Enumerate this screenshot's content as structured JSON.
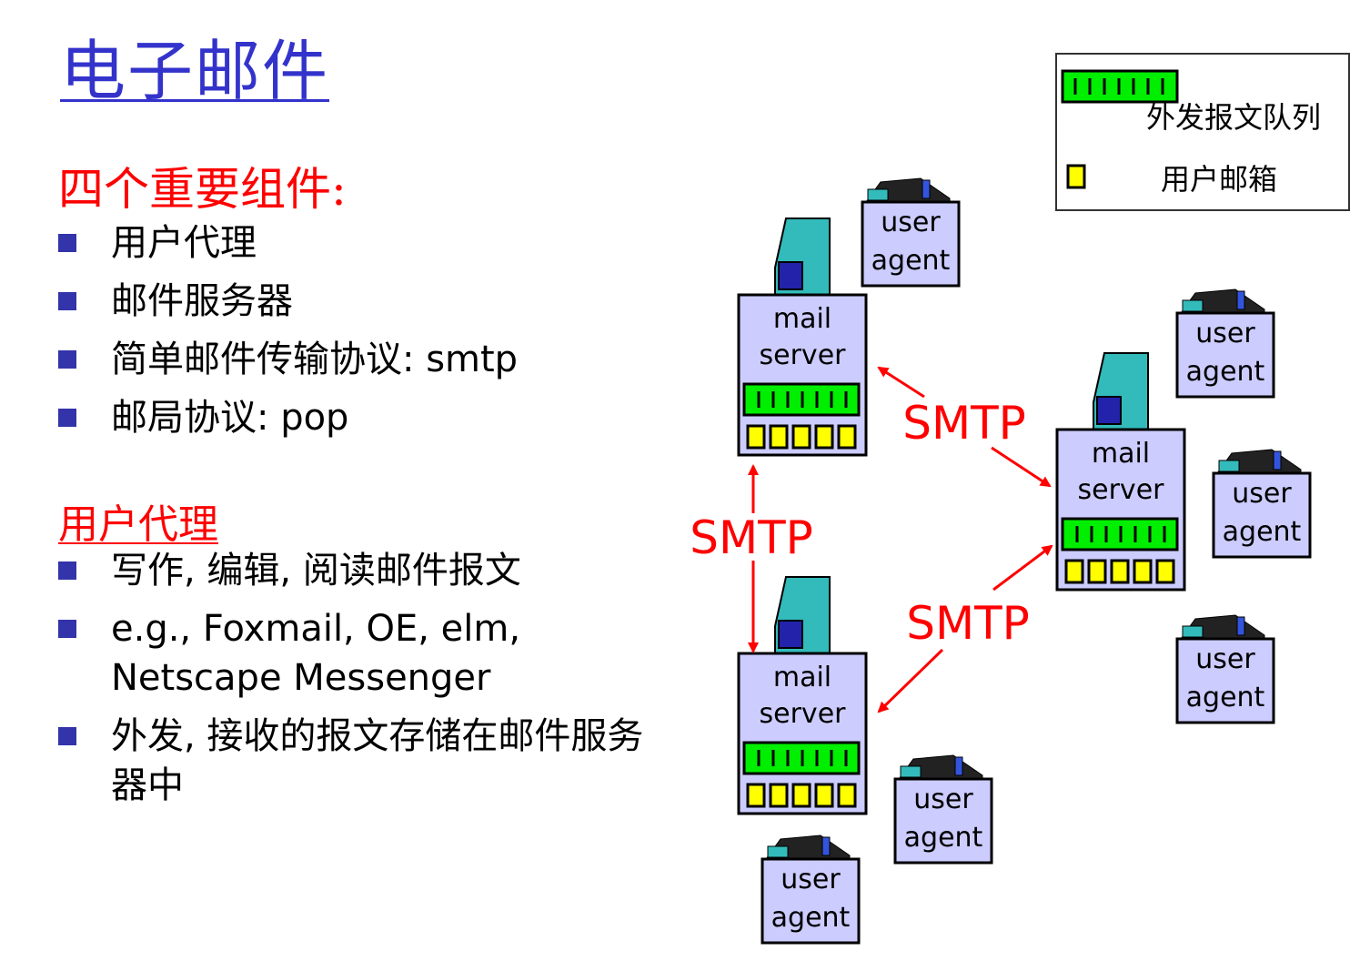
{
  "title": "电子邮件",
  "section1": {
    "heading": "四个重要组件:",
    "items": [
      "用户代理",
      "邮件服务器",
      "简单邮件传输协议: smtp",
      "邮局协议: pop"
    ]
  },
  "section2": {
    "heading": "用户代理",
    "items": [
      "写作, 编辑, 阅读邮件报文",
      "e.g., Foxmail, OE, elm, Netscape Messenger",
      "外发, 接收的报文存储在邮件服务器中"
    ]
  },
  "legend": {
    "queue_label": "外发报文队列",
    "mailbox_label": "用户邮箱"
  },
  "diagram": {
    "server_line1": "mail",
    "server_line2": "server",
    "agent_line1": "user",
    "agent_line2": "agent",
    "protocol_label": "SMTP"
  },
  "colors": {
    "title": "#3333cc",
    "heading": "#ff0000",
    "bullet": "#3333aa",
    "box_fill": "#ccccff",
    "queue": "#00ee00",
    "mailbox": "#ffff00",
    "arrow": "#ff0000",
    "tower": "#33bbbb"
  }
}
